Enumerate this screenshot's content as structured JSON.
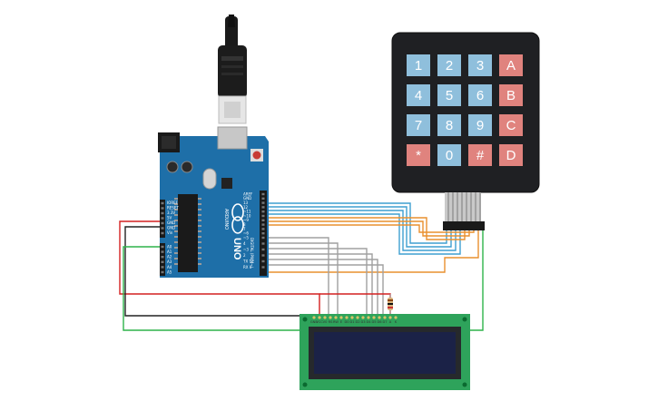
{
  "keypad": {
    "keys": [
      "1",
      "2",
      "3",
      "A",
      "4",
      "5",
      "6",
      "B",
      "7",
      "8",
      "9",
      "C",
      "*",
      "0",
      "#",
      "D"
    ]
  },
  "arduino": {
    "model": "UNO",
    "brand": "ARDUINO",
    "digital_label": "DIGITAL (PWM~)",
    "power_labels": [
      "IOREF",
      "RESET",
      "3.3V",
      "5V",
      "GND",
      "GND",
      "Vin"
    ],
    "analog_labels": [
      "A0",
      "A1",
      "A2",
      "A3",
      "A4",
      "A5"
    ],
    "digital_pins": [
      "AREF",
      "GND",
      "13",
      "12",
      "~11",
      "~10",
      "~9",
      "8",
      "7",
      "~6",
      "~5",
      "4",
      "~3",
      "2",
      "TX 1",
      "RX 0"
    ],
    "analog_header": "ANALOG IN",
    "power_header": "POWER"
  },
  "lcd": {
    "pin_labels": [
      "GND",
      "VCC",
      "V0",
      "RS",
      "RW",
      "E",
      "D0",
      "D1",
      "D2",
      "D3",
      "D4",
      "D5",
      "D6",
      "D7",
      "A",
      "K"
    ]
  },
  "colors": {
    "board": "#1e6fa8",
    "keypad_body": "#1f2023",
    "key_blue": "#8fbfdc",
    "key_red": "#e0837e",
    "lcd_pcb": "#2ea35b",
    "lcd_screen": "#1b2247",
    "wire_blue": "#3e9fd1",
    "wire_orange": "#e9902f",
    "wire_gray": "#a0a0a0",
    "wire_red": "#d42020",
    "wire_black": "#222222",
    "wire_green": "#2eb34a"
  }
}
